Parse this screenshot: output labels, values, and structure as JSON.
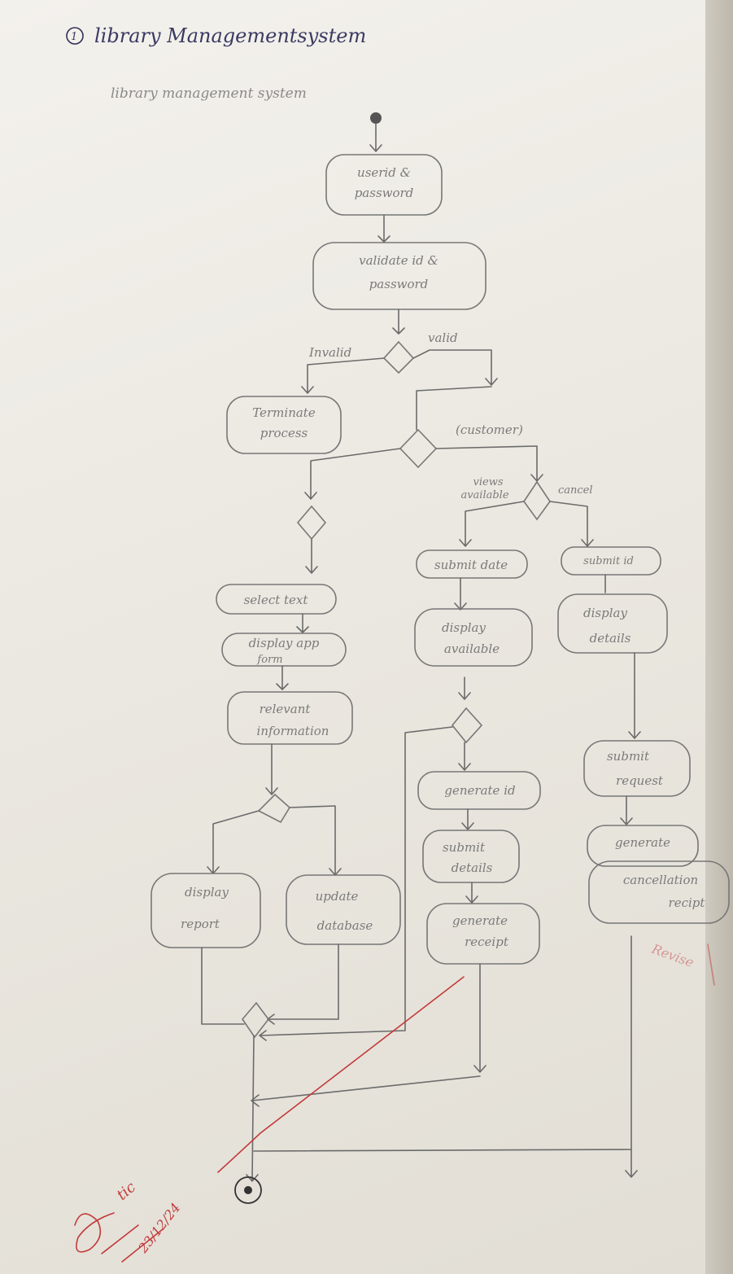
{
  "header": {
    "number": "1",
    "title": "library Managementsystem",
    "subtitle": "library management system"
  },
  "nodes": {
    "userid": [
      "userid &",
      "password"
    ],
    "validate": [
      "validate id &",
      "password"
    ],
    "terminate": [
      "Terminate",
      "process"
    ],
    "select": [
      "select text"
    ],
    "display_app": [
      "display app",
      "form"
    ],
    "relevant": [
      "relevant",
      "information"
    ],
    "display_report": [
      "display",
      "report"
    ],
    "update_db": [
      "update",
      "database"
    ],
    "submit_date": [
      "submit date"
    ],
    "display_avail": [
      "display",
      "available"
    ],
    "generate_id": [
      "generate id"
    ],
    "submit_details": [
      "submit",
      "details"
    ],
    "generate_receipt": [
      "generate",
      "receipt"
    ],
    "submit_id": [
      "submit id"
    ],
    "display_details": [
      "display",
      "details"
    ],
    "submit_request": [
      "submit",
      "request"
    ],
    "generate_cancel": [
      "generate"
    ],
    "cancellation": [
      "cancellation",
      "recipt"
    ]
  },
  "guards": {
    "invalid": "Invalid",
    "valid": "valid",
    "customer": "(customer)",
    "views": "views",
    "available": "available",
    "cancel": "cancel"
  },
  "annotations": {
    "stamp": "Revise",
    "signature_date": "23/12/24",
    "signature_text": "tic"
  }
}
